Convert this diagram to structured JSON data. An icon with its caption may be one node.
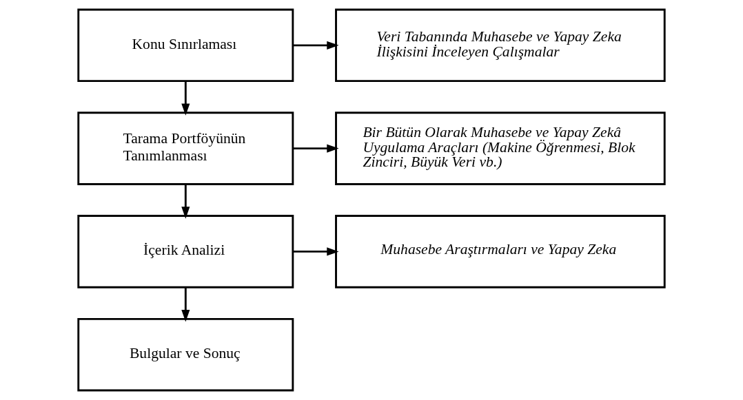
{
  "diagram": {
    "nodes": [
      {
        "text": [
          "Konu Sınırlaması"
        ]
      },
      {
        "text": [
          "Veri Tabanında Muhasebe ve Yapay Zeka İlişkisini İnceleyen Çalışmalar"
        ]
      },
      {
        "text": [
          "Tarama Portföyünün Tanımlanması"
        ]
      },
      {
        "text": [
          "Bir Bütün Olarak Muhasebe ve Yapay Zekâ Uygulama Araçları (Makine Öğrenmesi, Blok Zinciri, Büyük Veri vb.)"
        ]
      },
      {
        "text": [
          "İçerik Analizi"
        ]
      },
      {
        "text": [
          "Muhasebe Araştırmaları ve Yapay Zeka"
        ]
      },
      {
        "text": [
          "Bulgular ve Sonuç"
        ]
      }
    ],
    "edges": [
      {
        "from": 0,
        "to": 1,
        "arrow": "to"
      },
      {
        "from": 0,
        "to": 2,
        "arrow": "to"
      },
      {
        "from": 2,
        "to": 3,
        "arrow": "to"
      },
      {
        "from": 2,
        "to": 4,
        "arrow": "to"
      },
      {
        "from": 4,
        "to": 5,
        "arrow": "to"
      },
      {
        "from": 4,
        "to": 6,
        "arrow": "to"
      }
    ]
  }
}
